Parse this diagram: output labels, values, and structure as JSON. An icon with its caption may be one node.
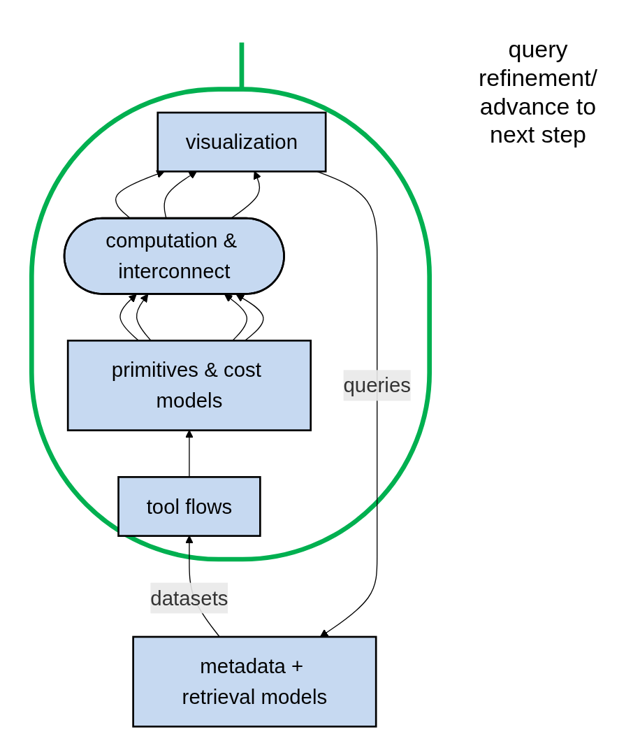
{
  "diagram": {
    "nodes": [
      {
        "text": [],
        "shape": "ellipse"
      },
      {
        "text": [
          "visualization"
        ],
        "in": 0
      },
      {
        "text": [
          "computation & interconnect"
        ],
        "in": 0
      },
      {
        "text": [
          "primitives & cost models"
        ],
        "in": 0
      },
      {
        "text": [
          "tool flows"
        ],
        "in": 0
      },
      {
        "text": [
          "metadata + retrieval models"
        ]
      }
    ],
    "edges": [
      {
        "from": 2,
        "to": 1,
        "arrow": "to"
      },
      {
        "from": 2,
        "to": 1,
        "arrow": "to"
      },
      {
        "from": 2,
        "to": 1,
        "arrow": "to"
      },
      {
        "from": 3,
        "to": 2,
        "arrow": "to"
      },
      {
        "from": 3,
        "to": 2,
        "arrow": "to"
      },
      {
        "from": 3,
        "to": 2,
        "arrow": "to"
      },
      {
        "from": 3,
        "to": 2,
        "arrow": "to"
      },
      {
        "from": 4,
        "to": 3,
        "arrow": "to"
      },
      {
        "from": 5,
        "to": 4,
        "arrow": "to",
        "label": "datasets"
      },
      {
        "from": 1,
        "to": 5,
        "arrow": "to",
        "label": "queries"
      },
      {
        "from": 0,
        "to": null,
        "arrow": "none",
        "style": "thick",
        "color": "#00b050"
      }
    ],
    "labels": [
      "query refinement/ advance to next step"
    ]
  }
}
